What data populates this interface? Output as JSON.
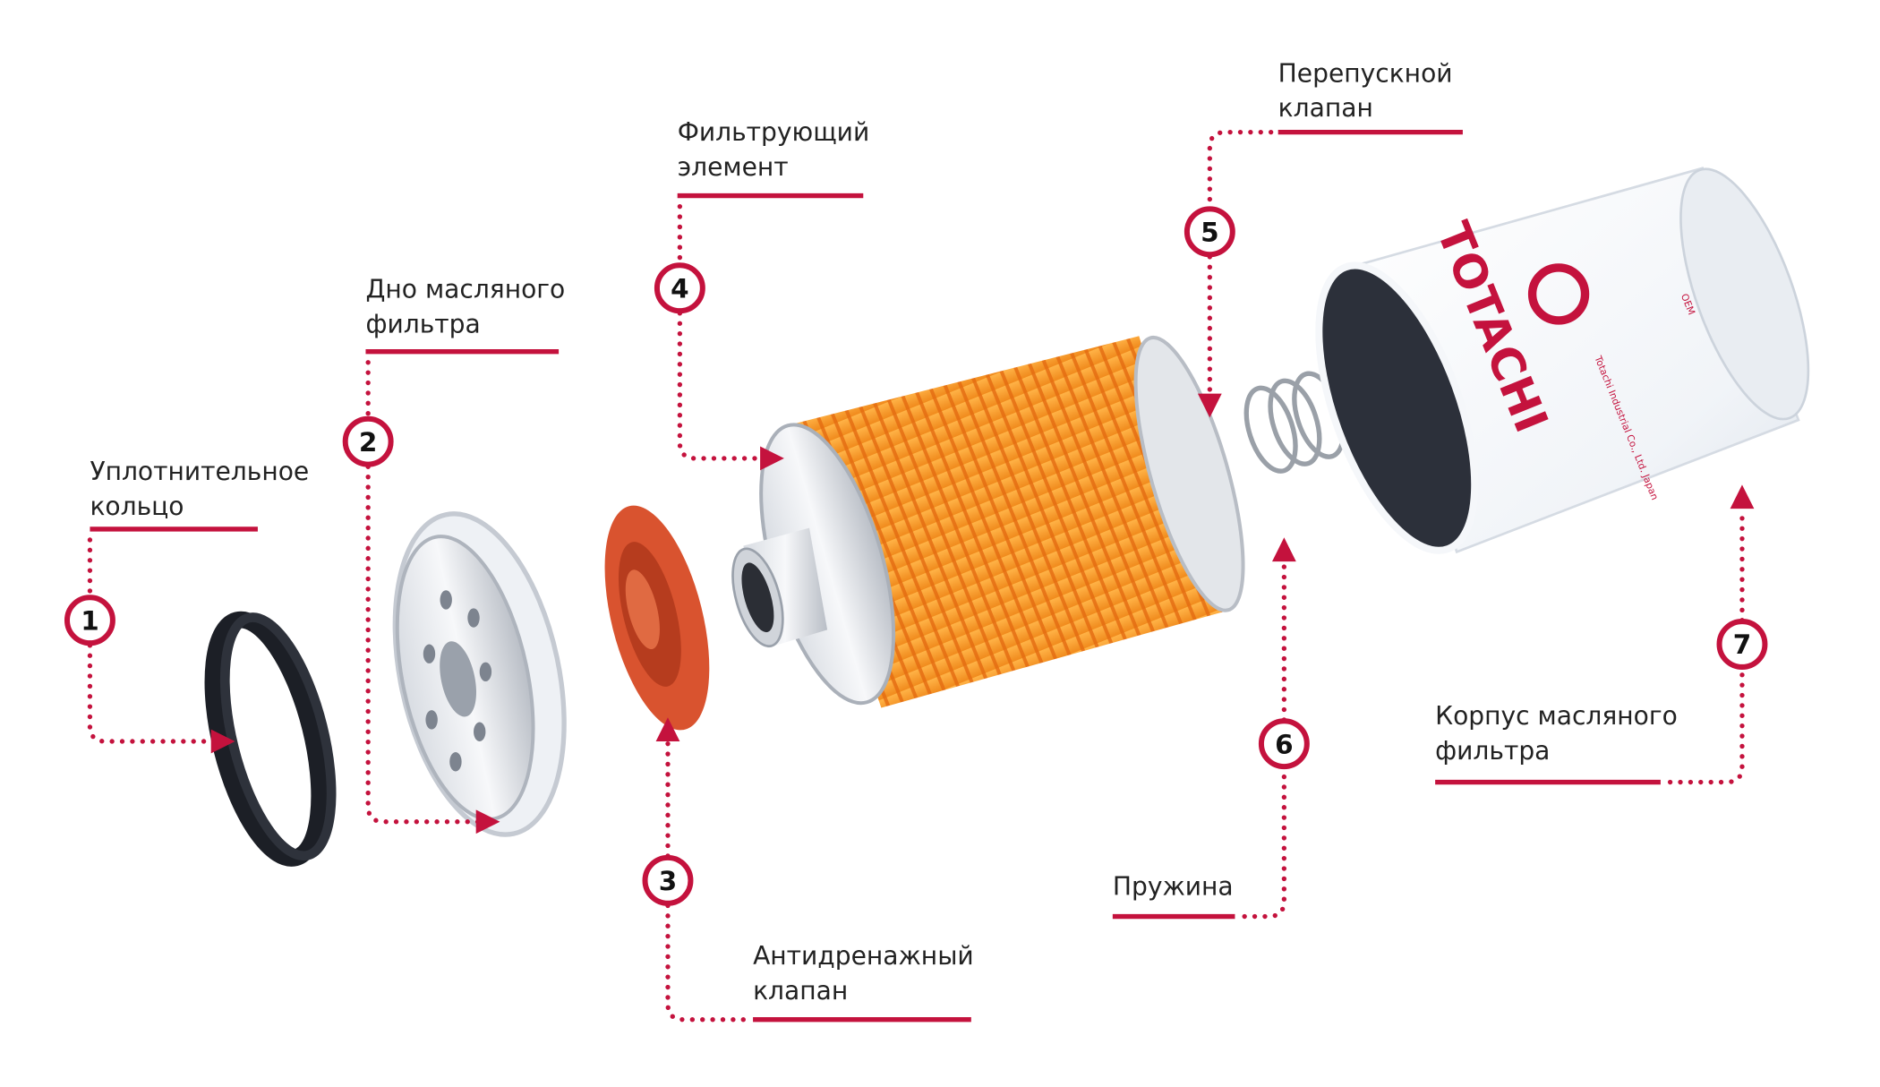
{
  "accent_color": "#c4123d",
  "callouts": [
    {
      "number": "1",
      "label_lines": [
        "Уплотнительное",
        "кольцо"
      ]
    },
    {
      "number": "2",
      "label_lines": [
        "Дно масляного",
        "фильтра"
      ]
    },
    {
      "number": "3",
      "label_lines": [
        "Антидренажный",
        "клапан"
      ]
    },
    {
      "number": "4",
      "label_lines": [
        "Фильтрующий",
        "элемент"
      ]
    },
    {
      "number": "5",
      "label_lines": [
        "Перепускной",
        "клапан"
      ]
    },
    {
      "number": "6",
      "label_lines": [
        "Пружина"
      ]
    },
    {
      "number": "7",
      "label_lines": [
        "Корпус масляного",
        "фильтра"
      ]
    }
  ],
  "housing_branding": {
    "brand": "TOTACHI",
    "subtitle": "Totachi Industrial Co., Ltd. Japan",
    "tag": "OEM"
  }
}
